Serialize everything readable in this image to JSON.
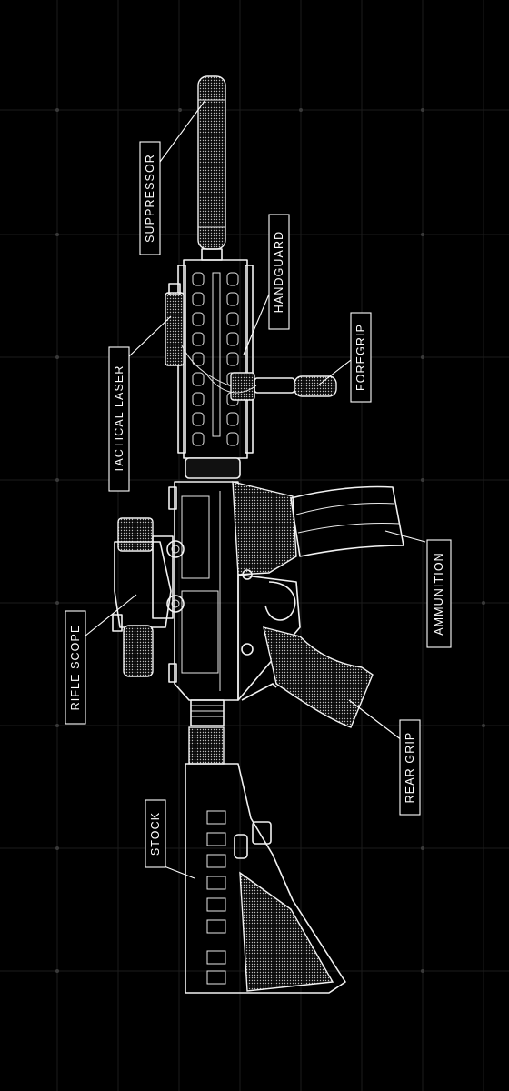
{
  "labels": {
    "suppressor": "SUPPRESSOR",
    "handguard": "HANDGUARD",
    "tactical_laser": "TACTICAL LASER",
    "foregrip": "FOREGRIP",
    "ammunition": "AMMUNITION",
    "rifle_scope": "RIFLE SCOPE",
    "rear_grip": "REAR GRIP",
    "stock": "STOCK"
  },
  "colors": {
    "background": "#000000",
    "line": "#f2f2f2",
    "grid": "#1c1c1c"
  }
}
